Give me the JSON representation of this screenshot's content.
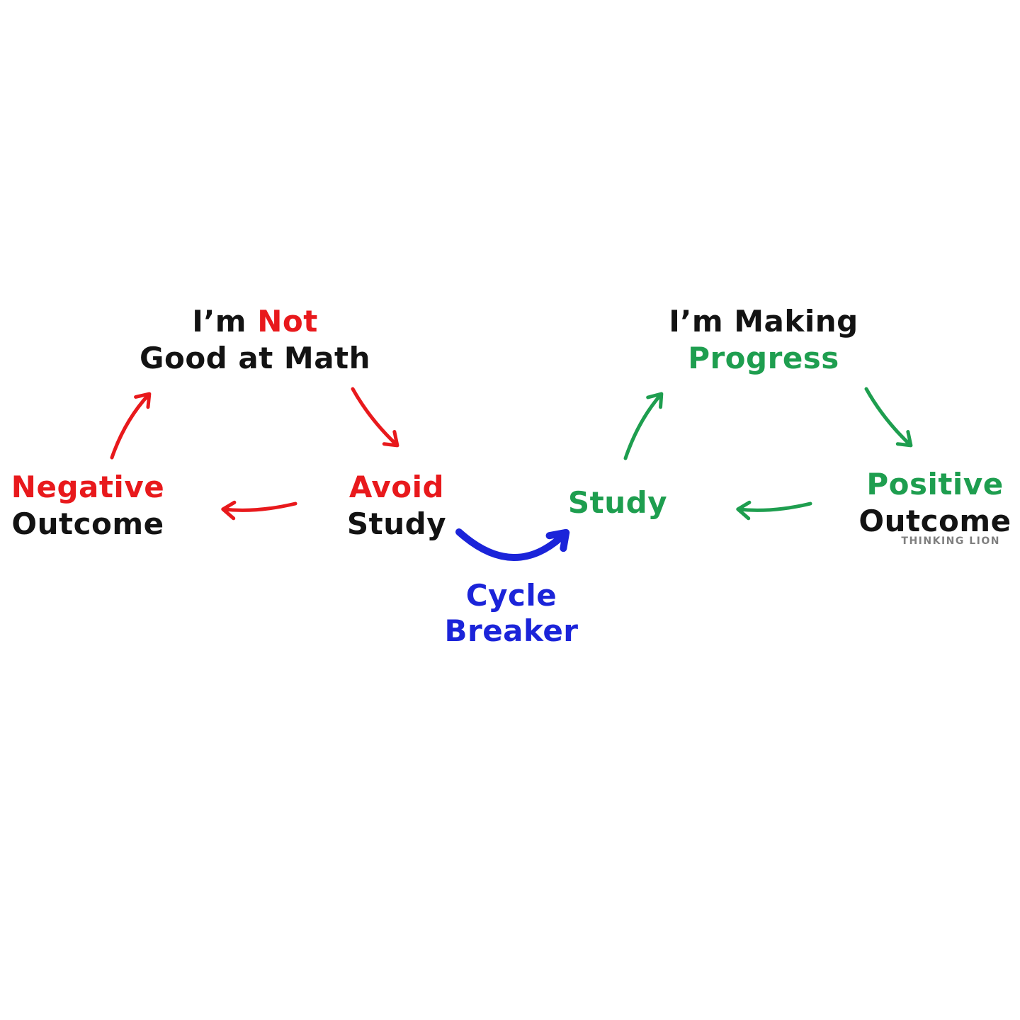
{
  "colors": {
    "red": "#e8191c",
    "green": "#1e9e4f",
    "blue": "#1b24d9",
    "text": "#131313",
    "gray": "#7f7f7f",
    "background": "#ffffff"
  },
  "negative_cycle": {
    "belief_line1_prefix": "I’m ",
    "belief_line1_highlight": "Not",
    "belief_line2": "Good at Math",
    "action_line1": "Avoid",
    "action_line2": "Study",
    "outcome_line1": "Negative",
    "outcome_line2": "Outcome"
  },
  "positive_cycle": {
    "belief_line1": "I’m Making",
    "belief_line2": "Progress",
    "action_label": "Study",
    "outcome_line1": "Positive",
    "outcome_line2": "Outcome"
  },
  "cycle_breaker": {
    "line1": "Cycle",
    "line2": "Breaker"
  },
  "watermark": "THINKING LION"
}
